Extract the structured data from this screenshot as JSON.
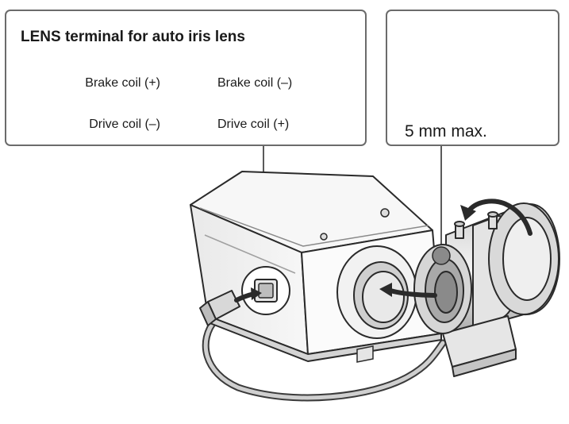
{
  "terminal_panel": {
    "title": "LENS terminal for auto iris lens",
    "pins": {
      "brake_plus": "Brake coil (+)",
      "brake_minus": "Brake coil (–)",
      "drive_minus": "Drive coil (–)",
      "drive_plus": "Drive coil (+)"
    }
  },
  "spec_panel": {
    "max_label": "5 mm max."
  },
  "colors": {
    "line": "#2a2a2a",
    "panel_border": "#6b6b6b",
    "body_light": "#f1f1f1",
    "body_mid": "#d9d9d9",
    "body_dark": "#b5b5b5",
    "marker": "#8a8a8a"
  }
}
